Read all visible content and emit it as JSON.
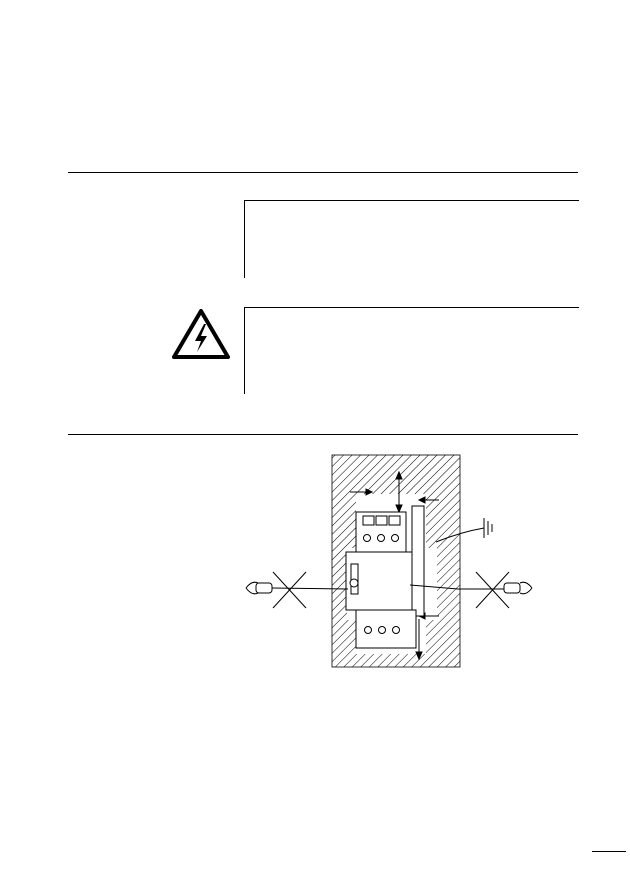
{
  "page": {
    "rules": [
      "top-rule",
      "middle-rule"
    ],
    "boxes": [
      "note-box",
      "warning-box"
    ],
    "icons": {
      "warning": "electric-shock-warning-icon"
    },
    "figure": {
      "subject": "installation-figure",
      "elements": [
        "wall-hatching",
        "device",
        "ground-symbol",
        "clearance-arrows",
        "crossed-out-tools"
      ]
    }
  }
}
